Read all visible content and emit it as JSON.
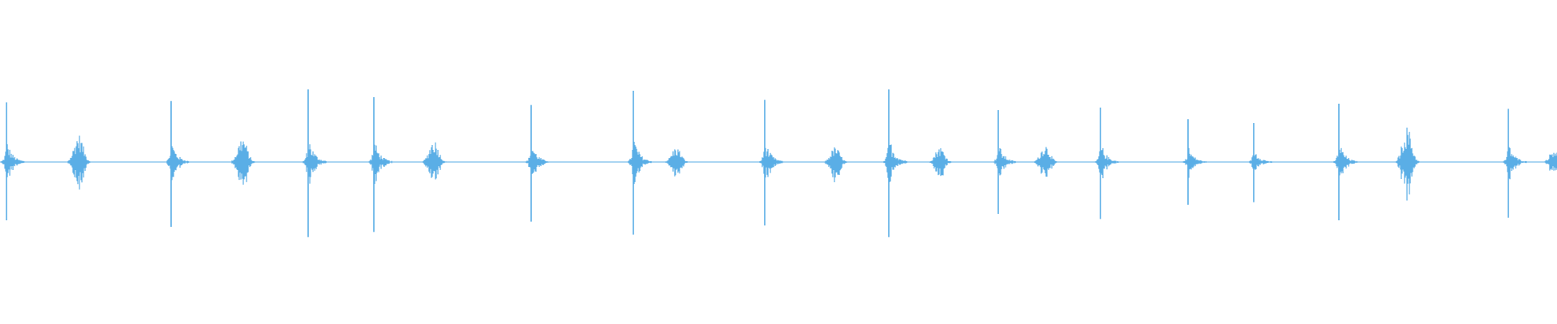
{
  "waveform": {
    "color": "#5aaee6",
    "background": "#ffffff",
    "events": [
      {
        "t": 0.004,
        "amp_up": 0.46,
        "amp_down": 0.45,
        "kind": "spike"
      },
      {
        "t": 0.05,
        "amp_up": 0.22,
        "amp_down": 0.22,
        "kind": "cluster"
      },
      {
        "t": 0.11,
        "amp_up": 0.47,
        "amp_down": 0.5,
        "kind": "spike"
      },
      {
        "t": 0.155,
        "amp_up": 0.2,
        "amp_down": 0.21,
        "kind": "cluster"
      },
      {
        "t": 0.198,
        "amp_up": 0.56,
        "amp_down": 0.58,
        "kind": "spike"
      },
      {
        "t": 0.24,
        "amp_up": 0.5,
        "amp_down": 0.54,
        "kind": "spike"
      },
      {
        "t": 0.278,
        "amp_up": 0.18,
        "amp_down": 0.19,
        "kind": "cluster"
      },
      {
        "t": 0.341,
        "amp_up": 0.44,
        "amp_down": 0.46,
        "kind": "spike"
      },
      {
        "t": 0.407,
        "amp_up": 0.55,
        "amp_down": 0.56,
        "kind": "spike"
      },
      {
        "t": 0.434,
        "amp_up": 0.12,
        "amp_down": 0.12,
        "kind": "cluster"
      },
      {
        "t": 0.491,
        "amp_up": 0.48,
        "amp_down": 0.49,
        "kind": "spike"
      },
      {
        "t": 0.536,
        "amp_up": 0.12,
        "amp_down": 0.15,
        "kind": "cluster"
      },
      {
        "t": 0.571,
        "amp_up": 0.56,
        "amp_down": 0.58,
        "kind": "spike"
      },
      {
        "t": 0.603,
        "amp_up": 0.12,
        "amp_down": 0.14,
        "kind": "cluster"
      },
      {
        "t": 0.641,
        "amp_up": 0.4,
        "amp_down": 0.4,
        "kind": "spike"
      },
      {
        "t": 0.671,
        "amp_up": 0.14,
        "amp_down": 0.15,
        "kind": "cluster"
      },
      {
        "t": 0.707,
        "amp_up": 0.42,
        "amp_down": 0.44,
        "kind": "spike"
      },
      {
        "t": 0.763,
        "amp_up": 0.33,
        "amp_down": 0.33,
        "kind": "spike"
      },
      {
        "t": 0.805,
        "amp_up": 0.3,
        "amp_down": 0.31,
        "kind": "spike"
      },
      {
        "t": 0.86,
        "amp_up": 0.45,
        "amp_down": 0.45,
        "kind": "spike"
      },
      {
        "t": 0.903,
        "amp_up": 0.28,
        "amp_down": 0.28,
        "kind": "cluster"
      },
      {
        "t": 0.969,
        "amp_up": 0.41,
        "amp_down": 0.43,
        "kind": "spike"
      },
      {
        "t": 0.998,
        "amp_up": 0.11,
        "amp_down": 0.11,
        "kind": "cluster"
      }
    ]
  }
}
